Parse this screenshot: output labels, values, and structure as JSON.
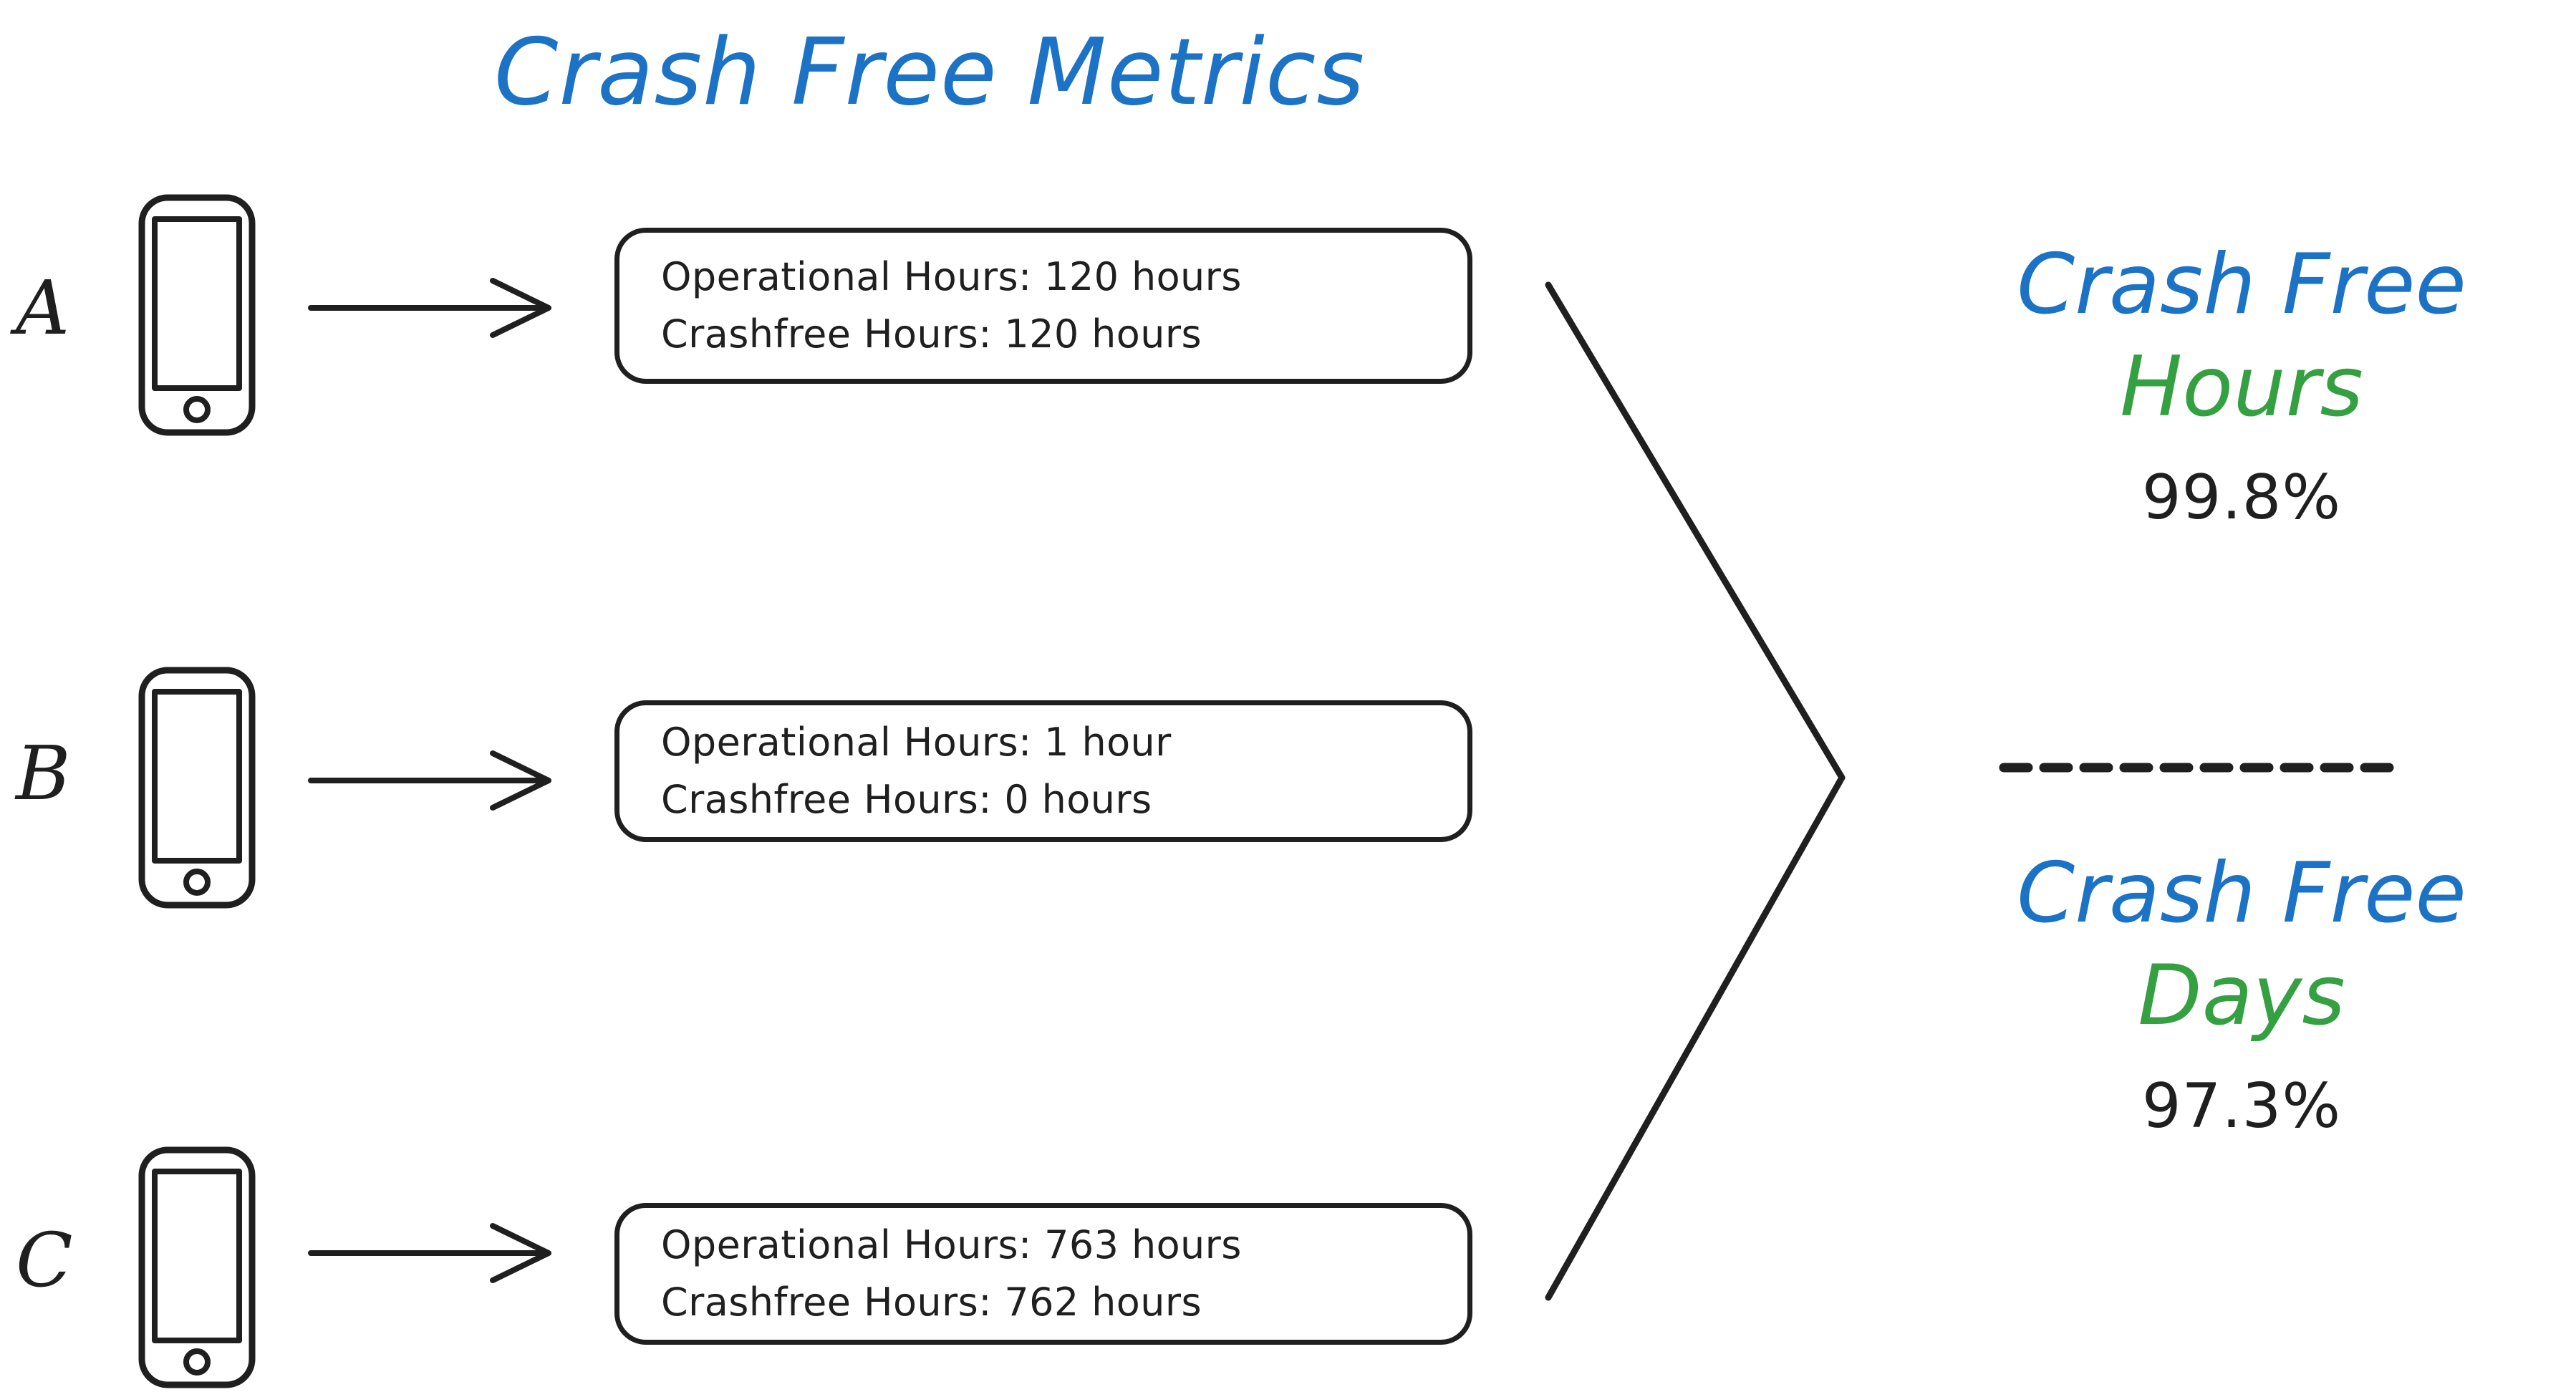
{
  "title": "Crash Free Metrics",
  "colors": {
    "blue": "#1c72c4",
    "green": "#35a041",
    "ink": "#1f1f1f",
    "background": "#ffffff"
  },
  "devices": [
    {
      "label": "A",
      "icon": "mobile-phone-icon",
      "arrow": "arrow-right-icon",
      "operational_hours": "Operational Hours: 120 hours",
      "crashfree_hours": "Crashfree Hours: 120 hours"
    },
    {
      "label": "B",
      "icon": "mobile-phone-icon",
      "arrow": "arrow-right-icon",
      "operational_hours": "Operational Hours: 1 hour",
      "crashfree_hours": "Crashfree Hours: 0 hours"
    },
    {
      "label": "C",
      "icon": "mobile-phone-icon",
      "arrow": "arrow-right-icon",
      "operational_hours": "Operational Hours: 763 hours",
      "crashfree_hours": "Crashfree Hours: 762 hours"
    }
  ],
  "aggregator": {
    "icon": "converging-bracket-icon"
  },
  "summary": {
    "hours": {
      "head": "Crash Free",
      "sub": "Hours",
      "value": "99.8%"
    },
    "divider": "dashed-divider",
    "days": {
      "head": "Crash Free",
      "sub": "Days",
      "value": "97.3%"
    }
  }
}
